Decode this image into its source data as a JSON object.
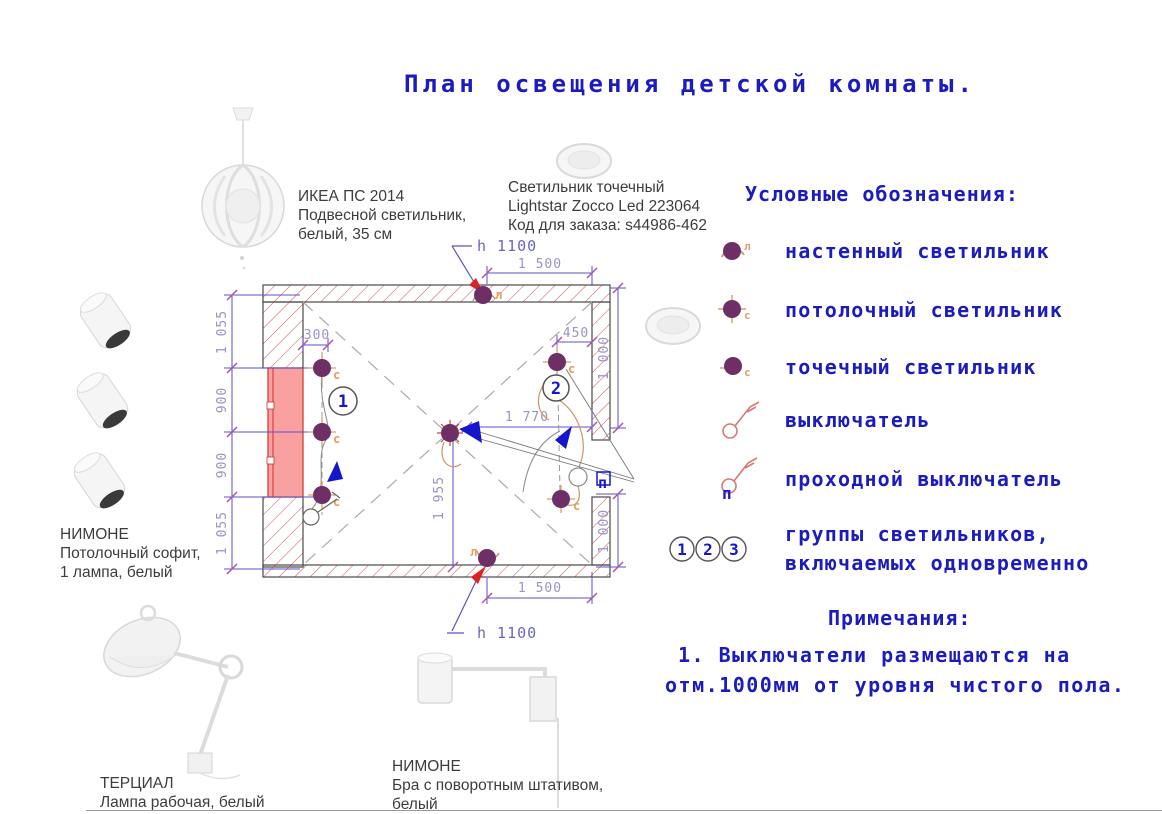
{
  "title": "План освещения детской комнаты.",
  "products": {
    "pendant": [
      "ИКЕА ПС 2014",
      "Подвесной светильник,",
      "белый, 35 см"
    ],
    "spot": [
      "Светильник точечный",
      "Lightstar Zocco Led 223064",
      "Код для заказа: s44986-462"
    ],
    "sofit": [
      "НИМОНЕ",
      "Потолочный софит,",
      "1 лампа, белый"
    ],
    "desk": [
      "ТЕРЦИАЛ",
      "Лампа рабочая, белый"
    ],
    "bra": [
      "НИМОНЕ",
      "Бра с поворотным штативом,",
      "белый"
    ]
  },
  "legend": {
    "heading": "Условные обозначения:",
    "items": [
      {
        "symbol": "wall-lamp-symbol",
        "label": "настенный светильник"
      },
      {
        "symbol": "ceiling-lamp-symbol",
        "label": "потолочный светильник"
      },
      {
        "symbol": "spot-lamp-symbol",
        "label": "точечный светильник"
      },
      {
        "symbol": "switch-symbol",
        "label": "выключатель"
      },
      {
        "symbol": "pass-switch-symbol",
        "label": "проходной выключатель"
      },
      {
        "symbol": "group-circles",
        "label": "группы светильников,",
        "label2": "включаемых одновременно"
      }
    ],
    "group_numbers": [
      "1",
      "2",
      "3"
    ]
  },
  "notes": {
    "heading": "Примечания:",
    "line1": "1. Выключатели размещаются на",
    "line2": "отм.1000мм от уровня чистого пола."
  },
  "plan": {
    "dims": {
      "left": [
        "1 055",
        "900",
        "900",
        "1 055"
      ],
      "top_1500": "1 500",
      "bottom_1500": "1 500",
      "d300": "300",
      "d450": "450",
      "right_top_1000": "1 000",
      "right_bottom_1000": "1 000",
      "d1770": "1 770",
      "d1955": "1 955",
      "h_top": "h 1100",
      "h_bottom": "h 1100"
    },
    "letters": {
      "wall": "л",
      "fixture": "с",
      "pass": "п"
    },
    "groups": [
      "1",
      "2"
    ]
  },
  "colors": {
    "title_blue": "#1c1cbe",
    "dim_line": "#5a50c8",
    "dim_text": "#9a93c4",
    "tick_magenta": "#a855b0",
    "lamp_purple": "#6d2f66",
    "letter_orange": "#e0a060",
    "hatch_red": "#cc5555",
    "window_pink": "#f9a0a0",
    "window_border": "#cc3333",
    "arrow_red": "#dd2222",
    "arrow_blue": "#1515cc",
    "switch_pink": "#d87878",
    "label_gray": "#3d3d3d"
  }
}
